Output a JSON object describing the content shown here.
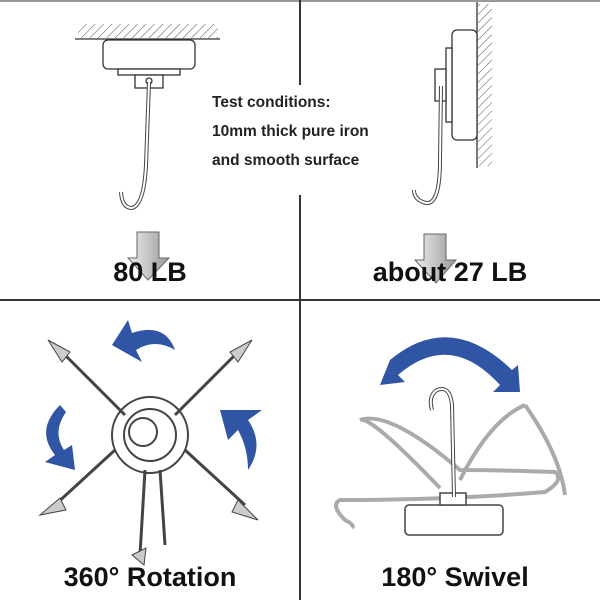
{
  "test_note": {
    "line1": "Test conditions:",
    "line2": "10mm thick pure iron",
    "line3": "and smooth surface"
  },
  "panels": [
    {
      "label": "80 LB",
      "icon": "ceiling-mounted-hook-icon"
    },
    {
      "label": "about 27 LB",
      "icon": "wall-mounted-hook-icon"
    },
    {
      "label": "360° Rotation",
      "icon": "rotating-hook-icon"
    },
    {
      "label": "180° Swivel",
      "icon": "swivel-hook-icon"
    }
  ],
  "colors": {
    "arrow_blue": "#2f55a4",
    "arrow_gray": "#aaaaaa",
    "line": "#333333"
  }
}
